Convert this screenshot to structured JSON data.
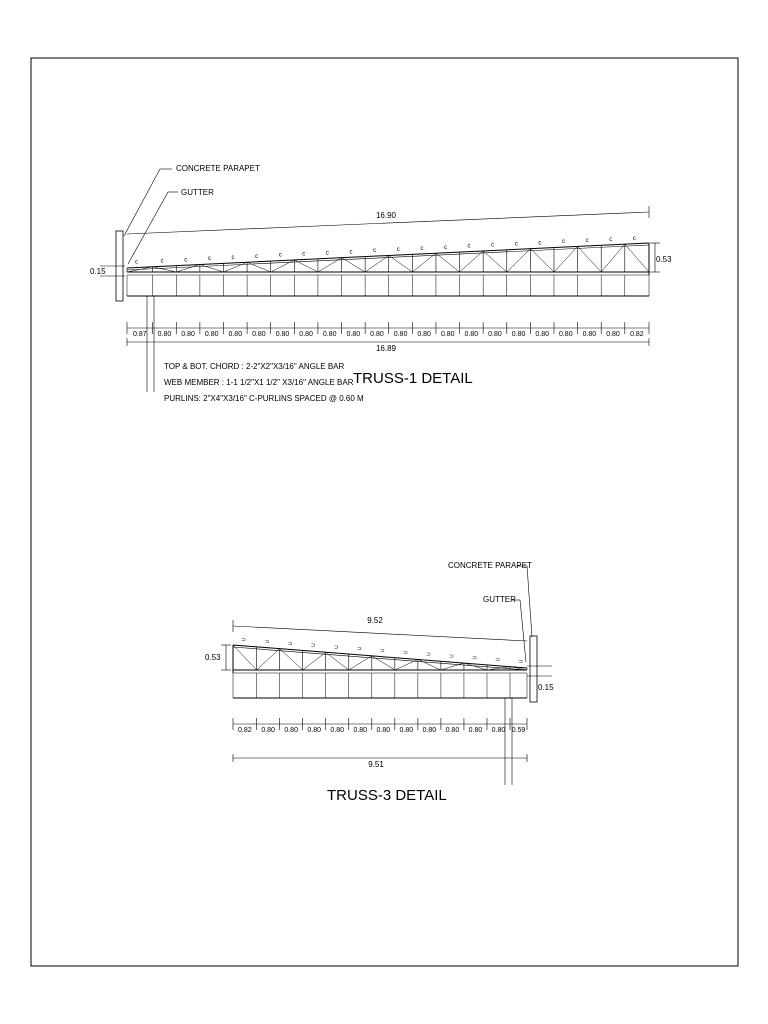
{
  "truss1": {
    "title": "TRUSS-1 DETAIL",
    "callouts": {
      "parapet": "CONCRETE PARAPET",
      "gutter": "GUTTER"
    },
    "total_top": "16.90",
    "total_bottom": "16.89",
    "height": "0.53",
    "parapet_offset": "0.15",
    "spans": [
      "0.87",
      "0.80",
      "0.80",
      "0.80",
      "0.80",
      "0.80",
      "0.80",
      "0.80",
      "0.80",
      "0.80",
      "0.80",
      "0.80",
      "0.80",
      "0.80",
      "0.80",
      "0.80",
      "0.80",
      "0.80",
      "0.80",
      "0.80",
      "0.80",
      "0.82"
    ],
    "notes": [
      "TOP & BOT. CHORD : 2-2\"X2\"X3/16\" ANGLE BAR",
      "WEB MEMBER : 1-1 1/2\"X1 1/2\" X3/16\" ANGLE BAR",
      "PURLINS: 2\"X4\"X3/16\" C-PURLINS SPACED @ 0.60 M"
    ]
  },
  "truss3": {
    "title": "TRUSS-3 DETAIL",
    "callouts": {
      "parapet": "CONCRETE PARAPET",
      "gutter": "GUTTER"
    },
    "total_top": "9.52",
    "total_bottom": "9.51",
    "height": "0.53",
    "parapet_offset": "0.15",
    "spans": [
      "0.82",
      "0.80",
      "0.80",
      "0.80",
      "0.80",
      "0.80",
      "0.80",
      "0.80",
      "0.80",
      "0.80",
      "0.80",
      "0.80",
      "0.59"
    ]
  }
}
